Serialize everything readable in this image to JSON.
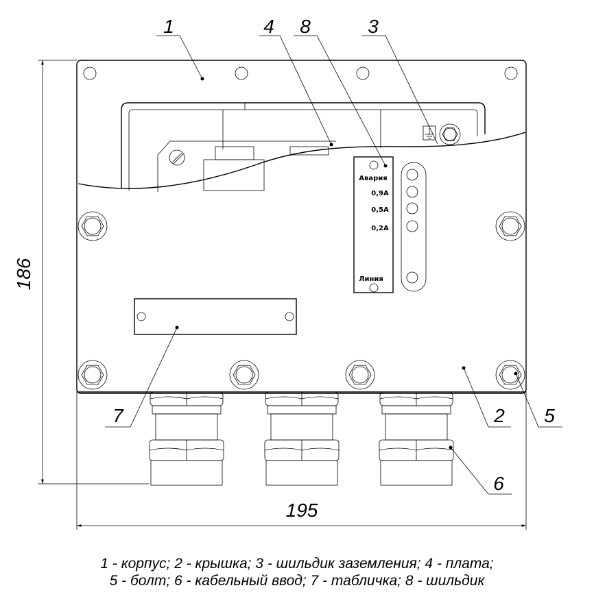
{
  "callouts": {
    "c1": "1",
    "c2": "2",
    "c3": "3",
    "c4": "4",
    "c5": "5",
    "c6": "6",
    "c7": "7",
    "c8": "8"
  },
  "dimensions": {
    "height": "186",
    "width": "195"
  },
  "nameplate": {
    "alarm": "Авария",
    "current_1": "0,9А",
    "current_2": "0,5А",
    "current_3": "0,2А",
    "line": "Линия"
  },
  "caption": {
    "line1": "1 - корпус; 2 - крышка; 3 - шильдик заземления; 4 - плата;",
    "line2": "5 - болт; 6 - кабельный ввод; 7 - табличка; 8 - шильдик"
  }
}
